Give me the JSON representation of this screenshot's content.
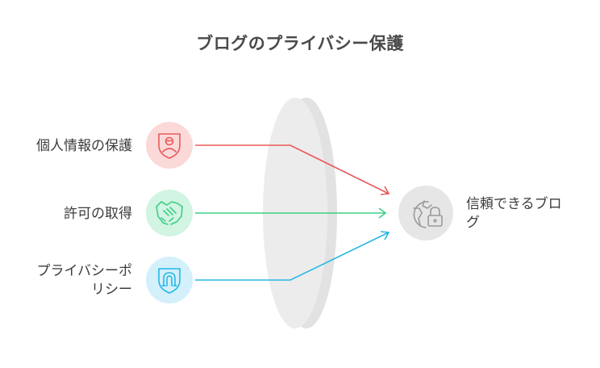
{
  "title": "ブログのプライバシー保護",
  "inputs": [
    {
      "label_lines": [
        "個人情報の保護"
      ],
      "icon": "person-shield-icon",
      "circle_color": "#fcd9d9",
      "stroke_color": "#e85a5a"
    },
    {
      "label_lines": [
        "許可の取得"
      ],
      "icon": "handshake-icon",
      "circle_color": "#d2f4e2",
      "stroke_color": "#3fcf86"
    },
    {
      "label_lines": [
        "プライバシーポ",
        "リシー"
      ],
      "icon": "shield-horseshoe-icon",
      "circle_color": "#d3f0fb",
      "stroke_color": "#26b8e4"
    }
  ],
  "output": {
    "label_lines": [
      "信頼できるブロ",
      "グ"
    ],
    "icon": "globe-lock-icon",
    "circle_color": "#e6e6e6",
    "stroke_color": "#9a9a9a"
  },
  "lens": {
    "icon": "lens-shape",
    "color": "#e5e5e5"
  }
}
